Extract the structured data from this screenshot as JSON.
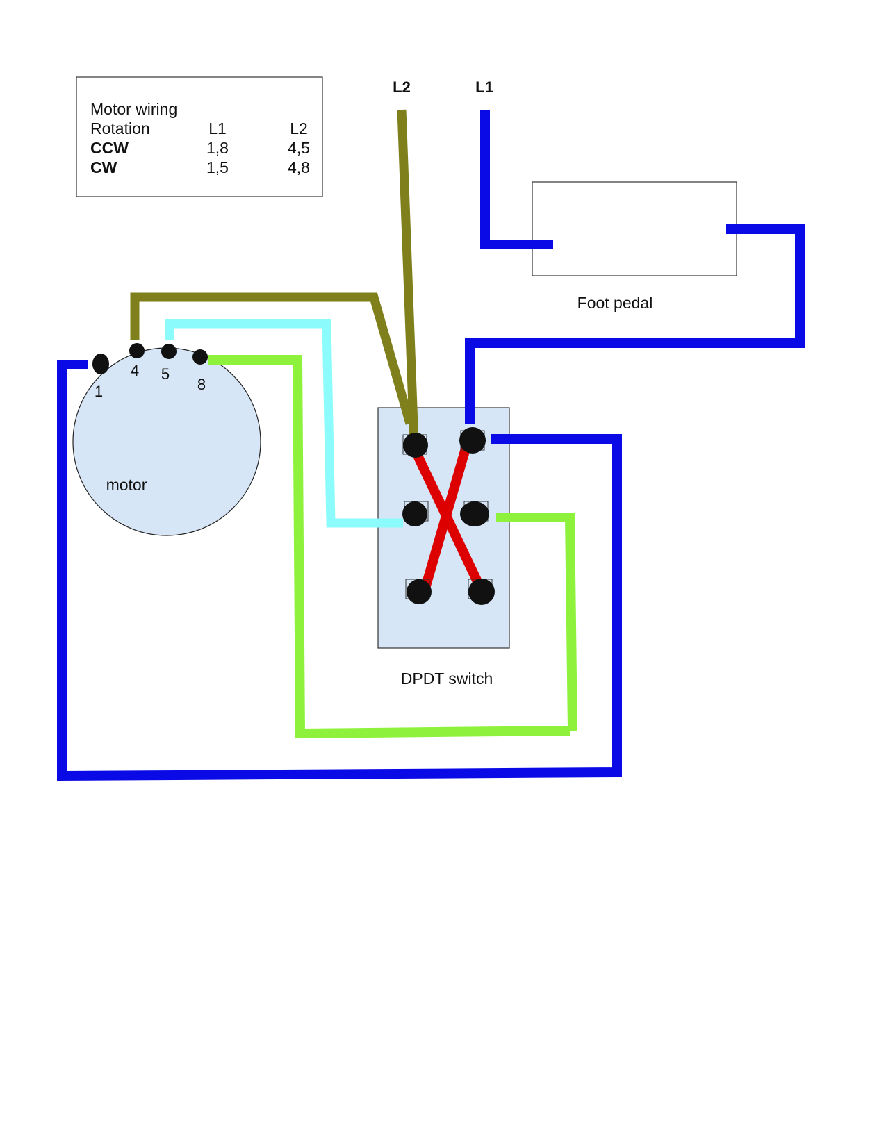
{
  "legend": {
    "title": "Motor wiring",
    "header": {
      "rotation": "Rotation",
      "l1": "L1",
      "l2": "L2"
    },
    "rows": [
      {
        "rotation": "CCW",
        "l1": "1,8",
        "l2": "4,5"
      },
      {
        "rotation": "CW",
        "l1": "1,5",
        "l2": "4,8"
      }
    ]
  },
  "supply": {
    "l2_label": "L2",
    "l1_label": "L1"
  },
  "foot_pedal": {
    "label": "Foot pedal"
  },
  "switch": {
    "label": "DPDT switch"
  },
  "motor": {
    "label": "motor",
    "terminals": [
      "1",
      "4",
      "5",
      "8"
    ]
  },
  "colors": {
    "blue_wire": "#0a0ae6",
    "olive_wire": "#7f7f1c",
    "cyan_wire": "#8cfbfb",
    "green_wire": "#8ef23c",
    "red_crossover": "#dd0000",
    "motor_fill": "#d6e6f6",
    "switch_fill": "#d6e6f6"
  }
}
